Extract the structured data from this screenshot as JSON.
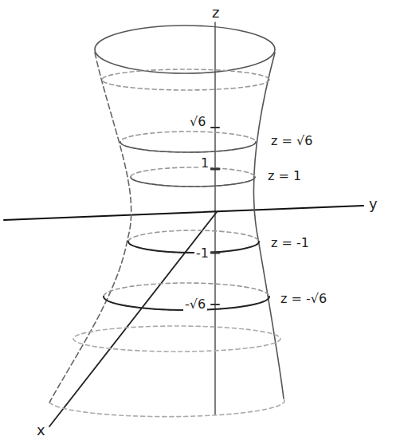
{
  "diagram": {
    "labels": [
      "z",
      "y",
      "x",
      "√6",
      "1",
      "-1",
      "-√6",
      "z = √6",
      "z = 1",
      "z = -1",
      "z = -√6"
    ]
  }
}
